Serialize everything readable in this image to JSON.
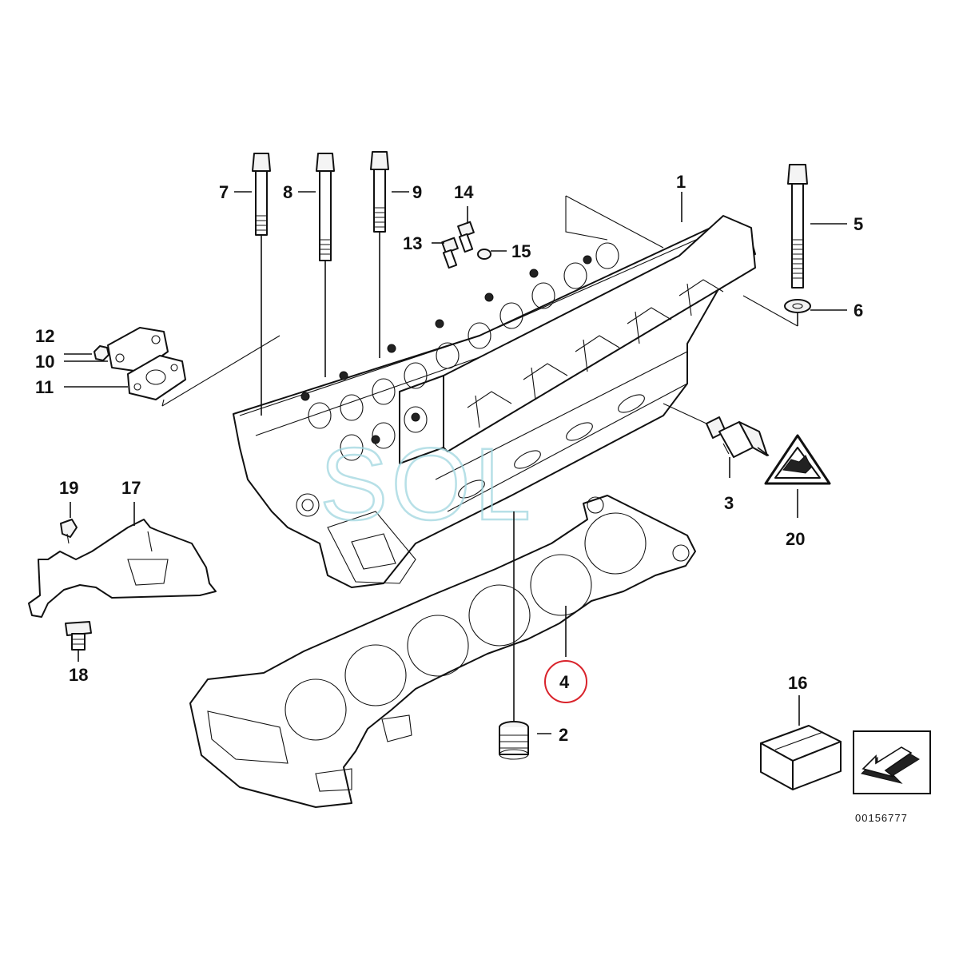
{
  "diagram": {
    "part_numbers": [
      "1",
      "2",
      "3",
      "4",
      "5",
      "6",
      "7",
      "8",
      "9",
      "10",
      "11",
      "12",
      "13",
      "14",
      "15",
      "16",
      "17",
      "18",
      "19",
      "20"
    ],
    "highlighted_part": "4",
    "highlight_color": "#d9232b",
    "watermark": "SOL",
    "watermark_color": "#9fd6df",
    "diagram_id": "00156777"
  }
}
